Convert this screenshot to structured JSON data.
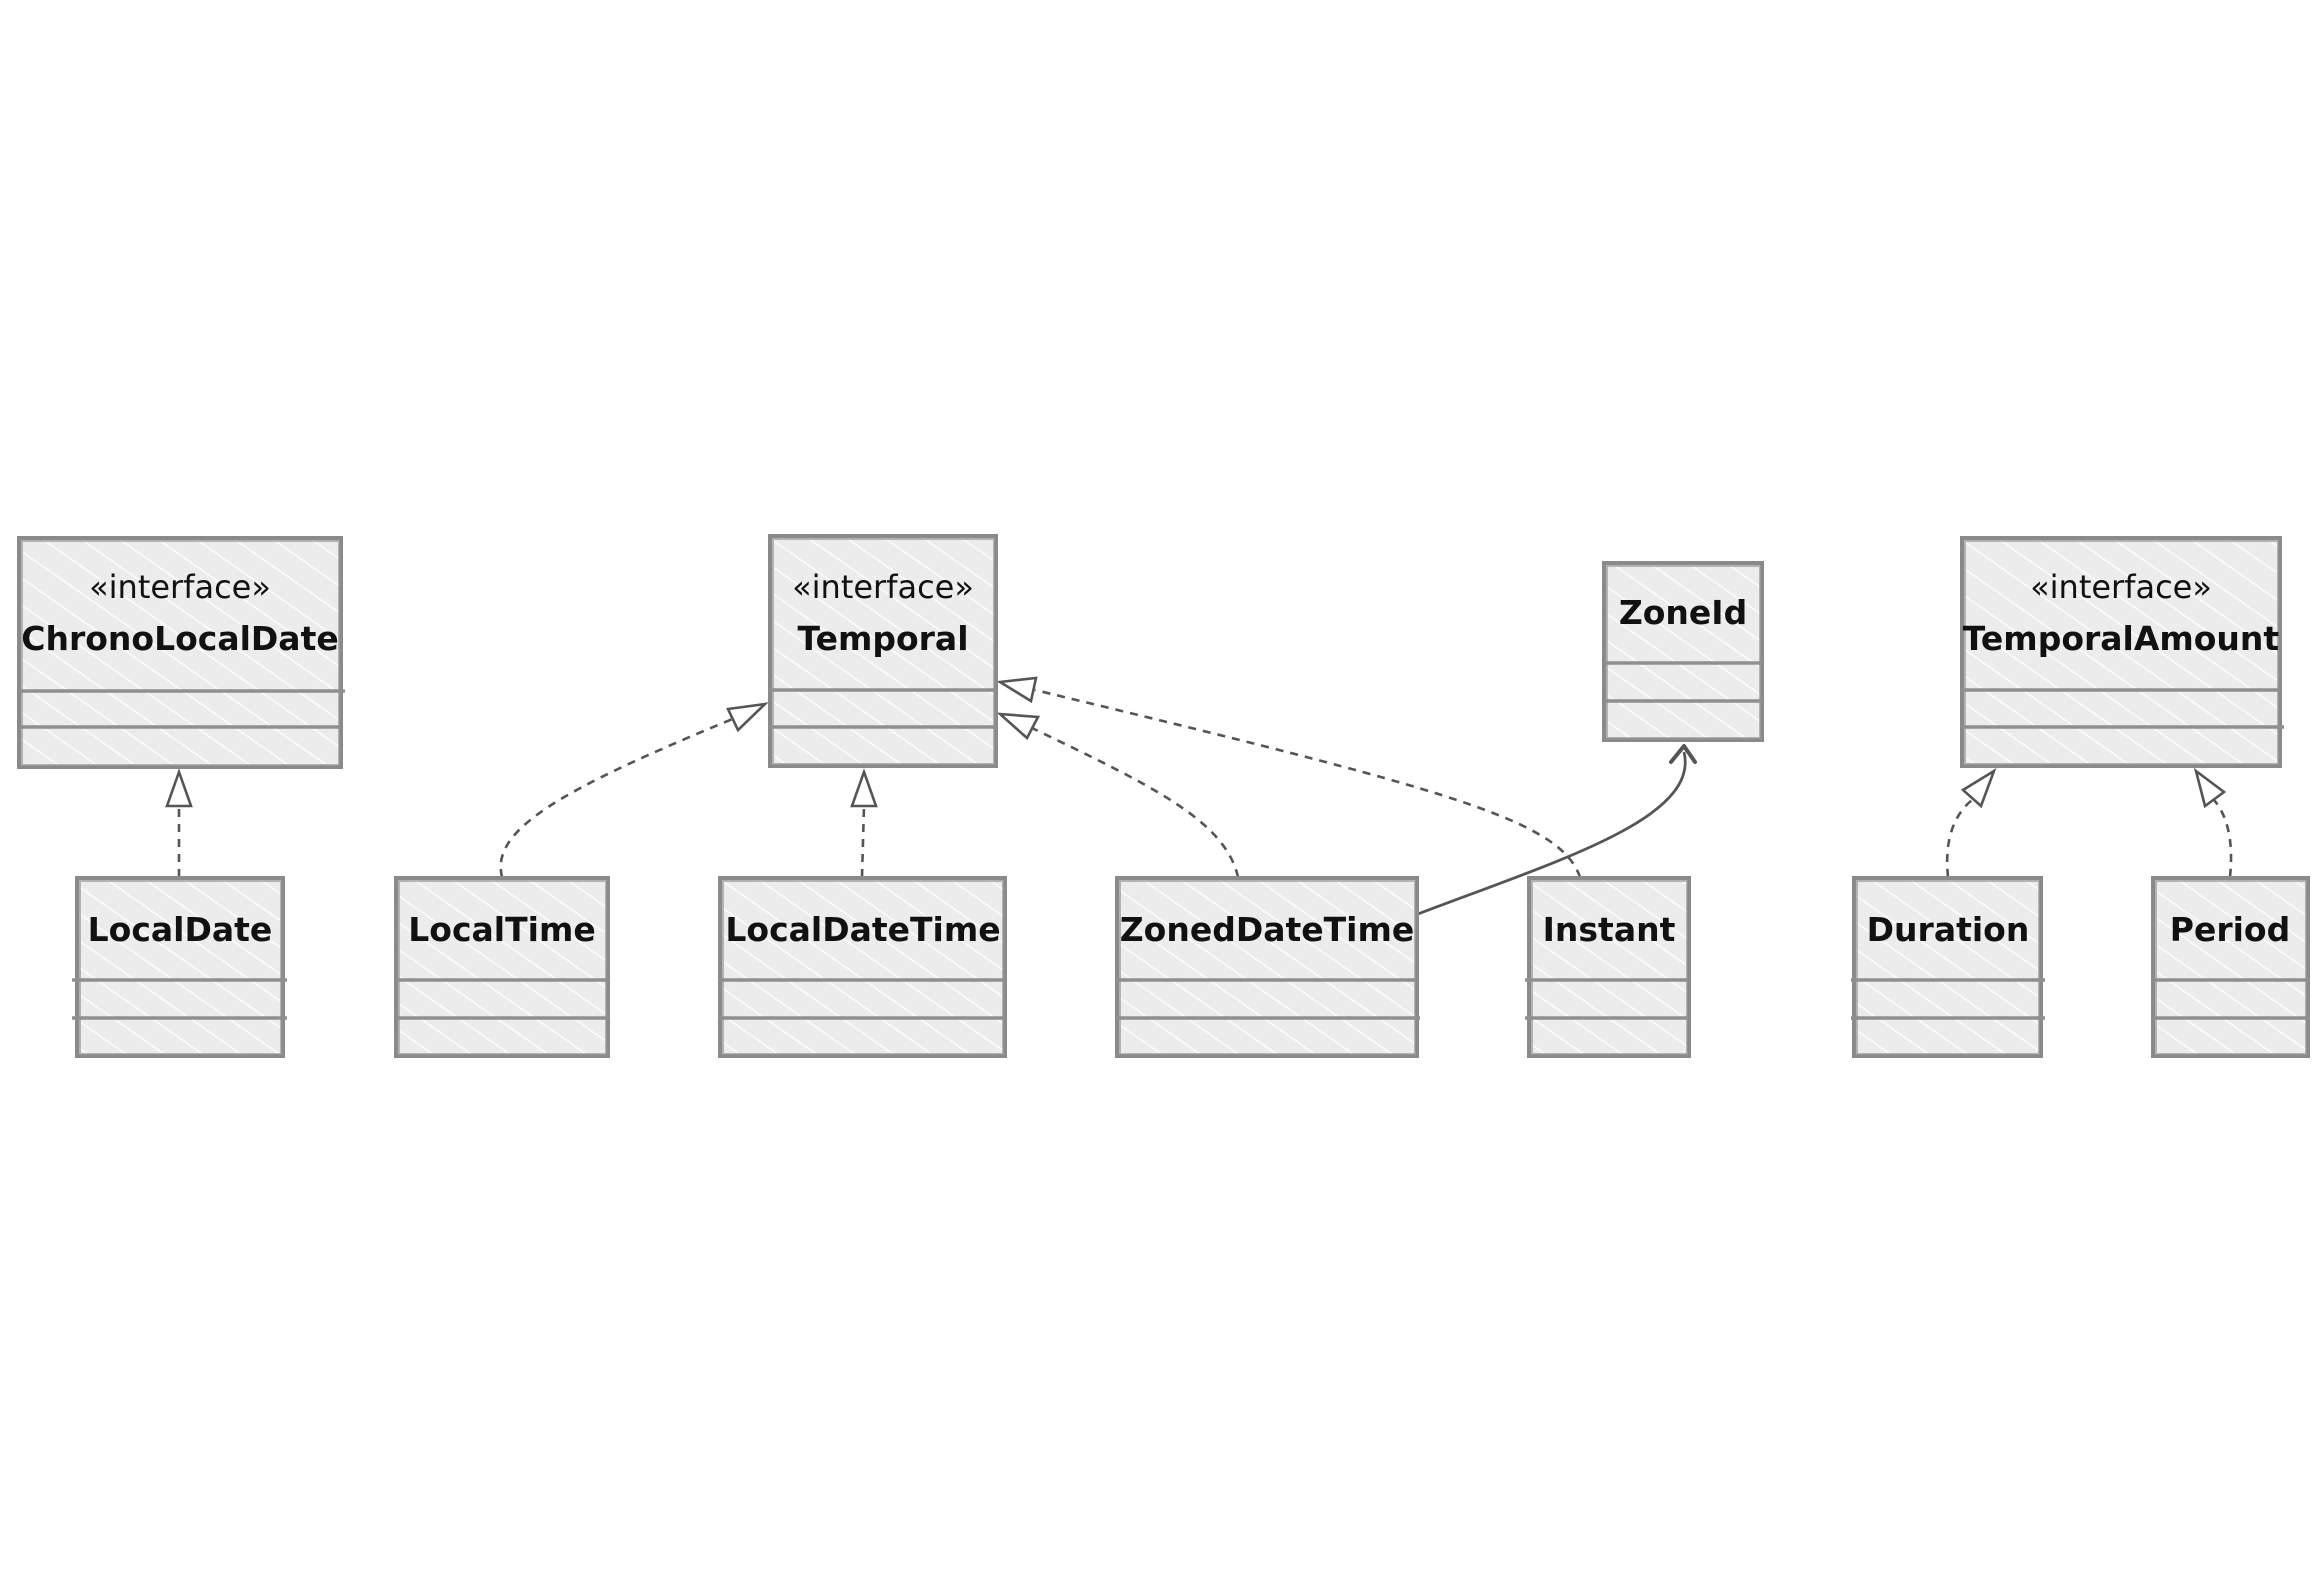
{
  "classes": {
    "chrono_local_date": {
      "stereotype": "«interface»",
      "name": "ChronoLocalDate"
    },
    "temporal": {
      "stereotype": "«interface»",
      "name": "Temporal"
    },
    "zone_id": {
      "name": "ZoneId"
    },
    "temporal_amount": {
      "stereotype": "«interface»",
      "name": "TemporalAmount"
    },
    "local_date": {
      "name": "LocalDate"
    },
    "local_time": {
      "name": "LocalTime"
    },
    "local_date_time": {
      "name": "LocalDateTime"
    },
    "zoned_date_time": {
      "name": "ZonedDateTime"
    },
    "instant": {
      "name": "Instant"
    },
    "duration": {
      "name": "Duration"
    },
    "period": {
      "name": "Period"
    }
  },
  "relations": [
    {
      "from": "LocalDate",
      "to": "ChronoLocalDate",
      "kind": "realization"
    },
    {
      "from": "LocalTime",
      "to": "Temporal",
      "kind": "realization"
    },
    {
      "from": "LocalDateTime",
      "to": "Temporal",
      "kind": "realization"
    },
    {
      "from": "ZonedDateTime",
      "to": "Temporal",
      "kind": "realization"
    },
    {
      "from": "Instant",
      "to": "Temporal",
      "kind": "realization"
    },
    {
      "from": "ZonedDateTime",
      "to": "ZoneId",
      "kind": "association"
    },
    {
      "from": "Duration",
      "to": "TemporalAmount",
      "kind": "realization"
    },
    {
      "from": "Period",
      "to": "TemporalAmount",
      "kind": "realization"
    }
  ],
  "colors": {
    "box_fill": "#ececec",
    "box_stroke": "#8a8a8a",
    "hatch": "#ffffff",
    "line": "#555555",
    "text": "#111111"
  }
}
